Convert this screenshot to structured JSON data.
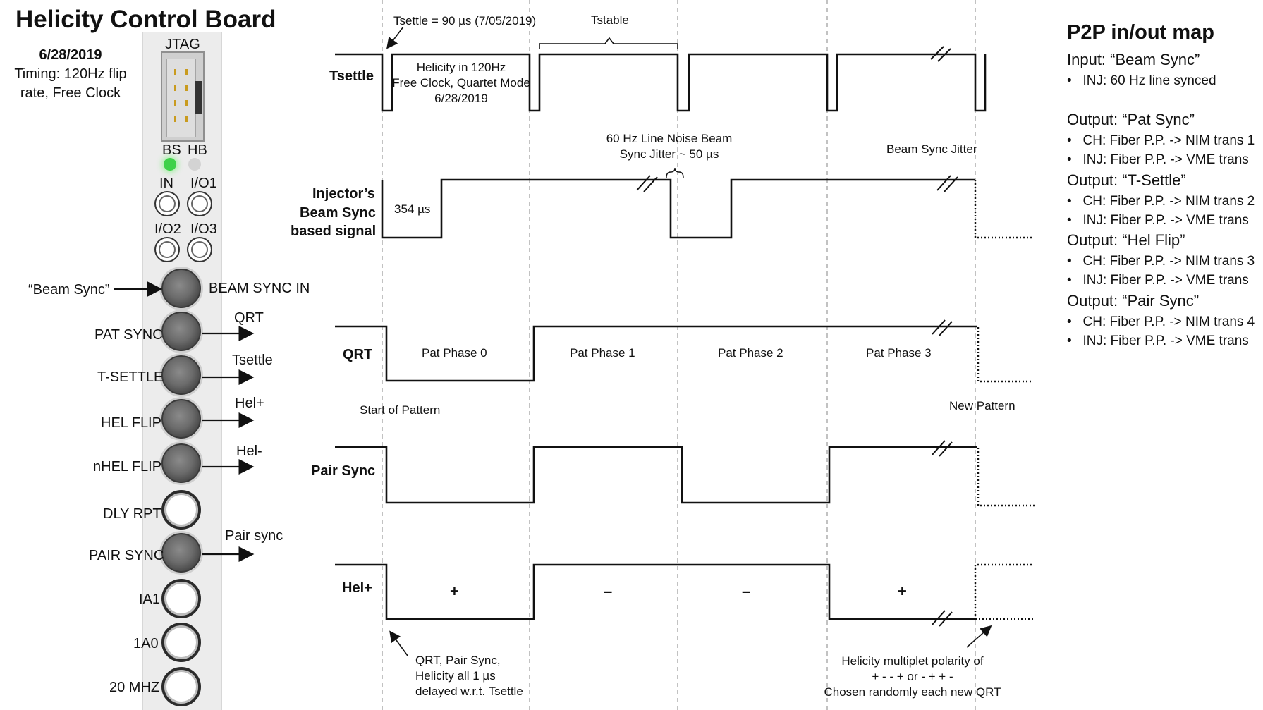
{
  "board": {
    "title": "Helicity Control Board",
    "date": "6/28/2019",
    "timing_line1": "Timing: 120Hz flip",
    "timing_line2": "rate, Free Clock",
    "jtag_label": "JTAG",
    "led_bs": "BS",
    "led_hb": "HB",
    "small_in": "IN",
    "small_io1": "I/O1",
    "small_io2": "I/O2",
    "small_io3": "I/O3",
    "beam_sync_input": "“Beam Sync”",
    "connectors": {
      "beam_sync_in": "BEAM SYNC IN",
      "pat_sync": "PAT SYNC",
      "t_settle": "T-SETTLE",
      "hel_flip": "HEL FLIP",
      "nhel_flip": "nHEL FLIP",
      "dly_rpt": "DLY RPT",
      "pair_sync": "PAIR SYNC",
      "ia1": "IA1",
      "ia0": "1A0",
      "mhz20": "20 MHZ"
    },
    "outputs": {
      "qrt": "QRT",
      "tsettle": "Tsettle",
      "hel_plus": "Hel+",
      "hel_minus": "Hel-",
      "pair_sync": "Pair sync"
    }
  },
  "timing": {
    "signals": {
      "tsettle": "Tsettle",
      "injector_line1": "Injector’s",
      "injector_line2": "Beam Sync",
      "injector_line3": "based signal",
      "qrt": "QRT",
      "pair_sync": "Pair Sync",
      "hel_plus": "Hel+"
    },
    "annotations": {
      "tsettle_value": "Tsettle = 90 µs (7/05/2019)",
      "tstable": "Tstable",
      "helicity_line1": "Helicity in 120Hz",
      "helicity_line2": "Free Clock, Quartet Mode",
      "helicity_line3": "6/28/2019",
      "line_noise_line1": "60 Hz Line Noise Beam",
      "line_noise_line2": "Sync Jitter ~ 50 µs",
      "beam_sync_jitter": "Beam Sync Jitter",
      "us354": "354 µs",
      "pat_phase_0": "Pat Phase 0",
      "pat_phase_1": "Pat Phase 1",
      "pat_phase_2": "Pat Phase 2",
      "pat_phase_3": "Pat Phase 3",
      "start_of_pattern": "Start of Pattern",
      "new_pattern": "New Pattern",
      "hel_plus_sign1": "+",
      "hel_minus_sign1": "–",
      "hel_minus_sign2": "–",
      "hel_plus_sign2": "+",
      "delay_line1": "QRT, Pair Sync,",
      "delay_line2": "Helicity all 1 µs",
      "delay_line3": "delayed w.r.t. Tsettle",
      "multiplet_line1": "Helicity multiplet polarity of",
      "multiplet_line2": "+ - - + or - + + -",
      "multiplet_line3": "Chosen randomly each new QRT"
    }
  },
  "map": {
    "title": "P2P in/out map",
    "input_title": "Input: “Beam Sync”",
    "input_items": [
      "INJ: 60 Hz line synced"
    ],
    "sections": [
      {
        "title": "Output: “Pat Sync”",
        "items": [
          "CH: Fiber P.P. -> NIM trans 1",
          "INJ: Fiber P.P. -> VME trans"
        ]
      },
      {
        "title": "Output: “T-Settle”",
        "items": [
          "CH: Fiber P.P. -> NIM trans 2",
          "INJ: Fiber P.P. -> VME trans"
        ]
      },
      {
        "title": "Output: “Hel Flip”",
        "items": [
          "CH: Fiber P.P. -> NIM trans 3",
          "INJ: Fiber P.P. -> VME trans"
        ]
      },
      {
        "title": "Output: “Pair Sync”",
        "items": [
          "CH: Fiber P.P. -> NIM trans 4",
          "INJ: Fiber P.P. -> VME trans"
        ]
      }
    ]
  }
}
